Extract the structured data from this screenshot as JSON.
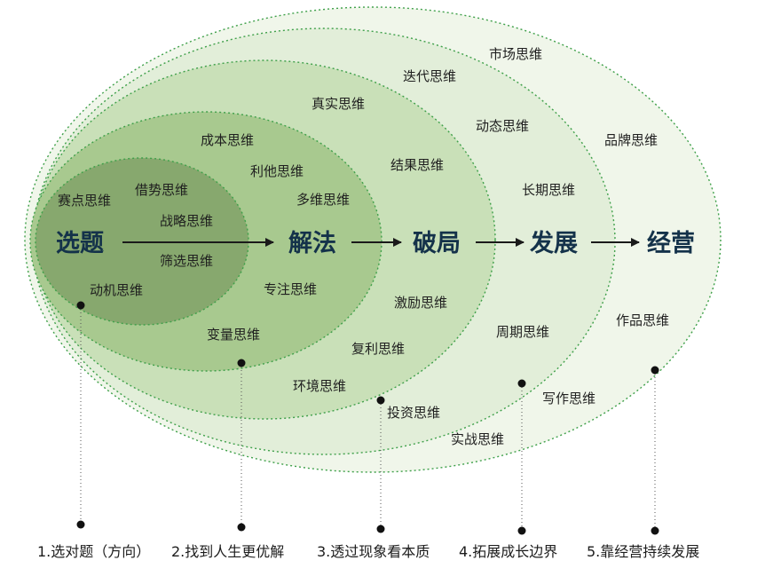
{
  "colors": {
    "ring1": "#f0f6ea",
    "ring2": "#e2eed9",
    "ring3": "#c9e0b8",
    "ring4": "#a8c98f",
    "ring5": "#87a86e",
    "border": "#3fa04a",
    "stage_text": "#14324a",
    "arrow": "#1a1a1a"
  },
  "stages": [
    "选题",
    "解法",
    "破局",
    "发展",
    "经营"
  ],
  "keywords": {
    "ring5": [
      "赛点思维",
      "借势思维",
      "战略思维",
      "筛选思维",
      "动机思维"
    ],
    "ring4": [
      "成本思维",
      "利他思维",
      "多维思维",
      "专注思维",
      "变量思维"
    ],
    "ring3": [
      "真实思维",
      "结果思维",
      "激励思维",
      "复利思维",
      "环境思维"
    ],
    "ring2": [
      "迭代思维",
      "动态思维",
      "长期思维",
      "周期思维",
      "投资思维",
      "实战思维"
    ],
    "ring1": [
      "市场思维",
      "品牌思维",
      "作品思维",
      "写作思维"
    ]
  },
  "captions": [
    "1.选对题（方向）",
    "2.找到人生更优解",
    "3.透过现象看本质",
    "4.拓展成长边界",
    "5.靠经营持续发展"
  ]
}
